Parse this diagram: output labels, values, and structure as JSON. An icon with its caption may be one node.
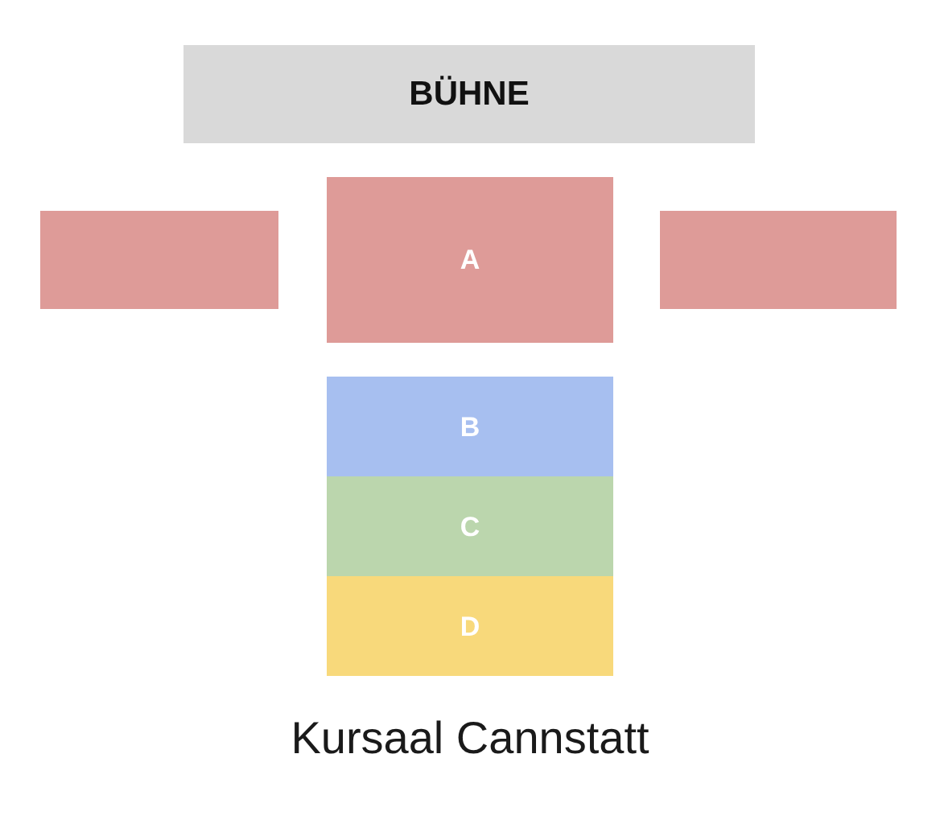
{
  "diagram": {
    "caption": "Kursaal Cannstatt",
    "nodes": [
      {
        "text": [
          "BÜHNE"
        ]
      },
      {
        "text": [],
        "shape": "box"
      },
      {
        "text": [
          "A"
        ]
      },
      {
        "text": [],
        "shape": "box"
      },
      {
        "text": [
          "B"
        ]
      },
      {
        "text": [
          "C"
        ]
      },
      {
        "text": [
          "D"
        ]
      }
    ]
  }
}
